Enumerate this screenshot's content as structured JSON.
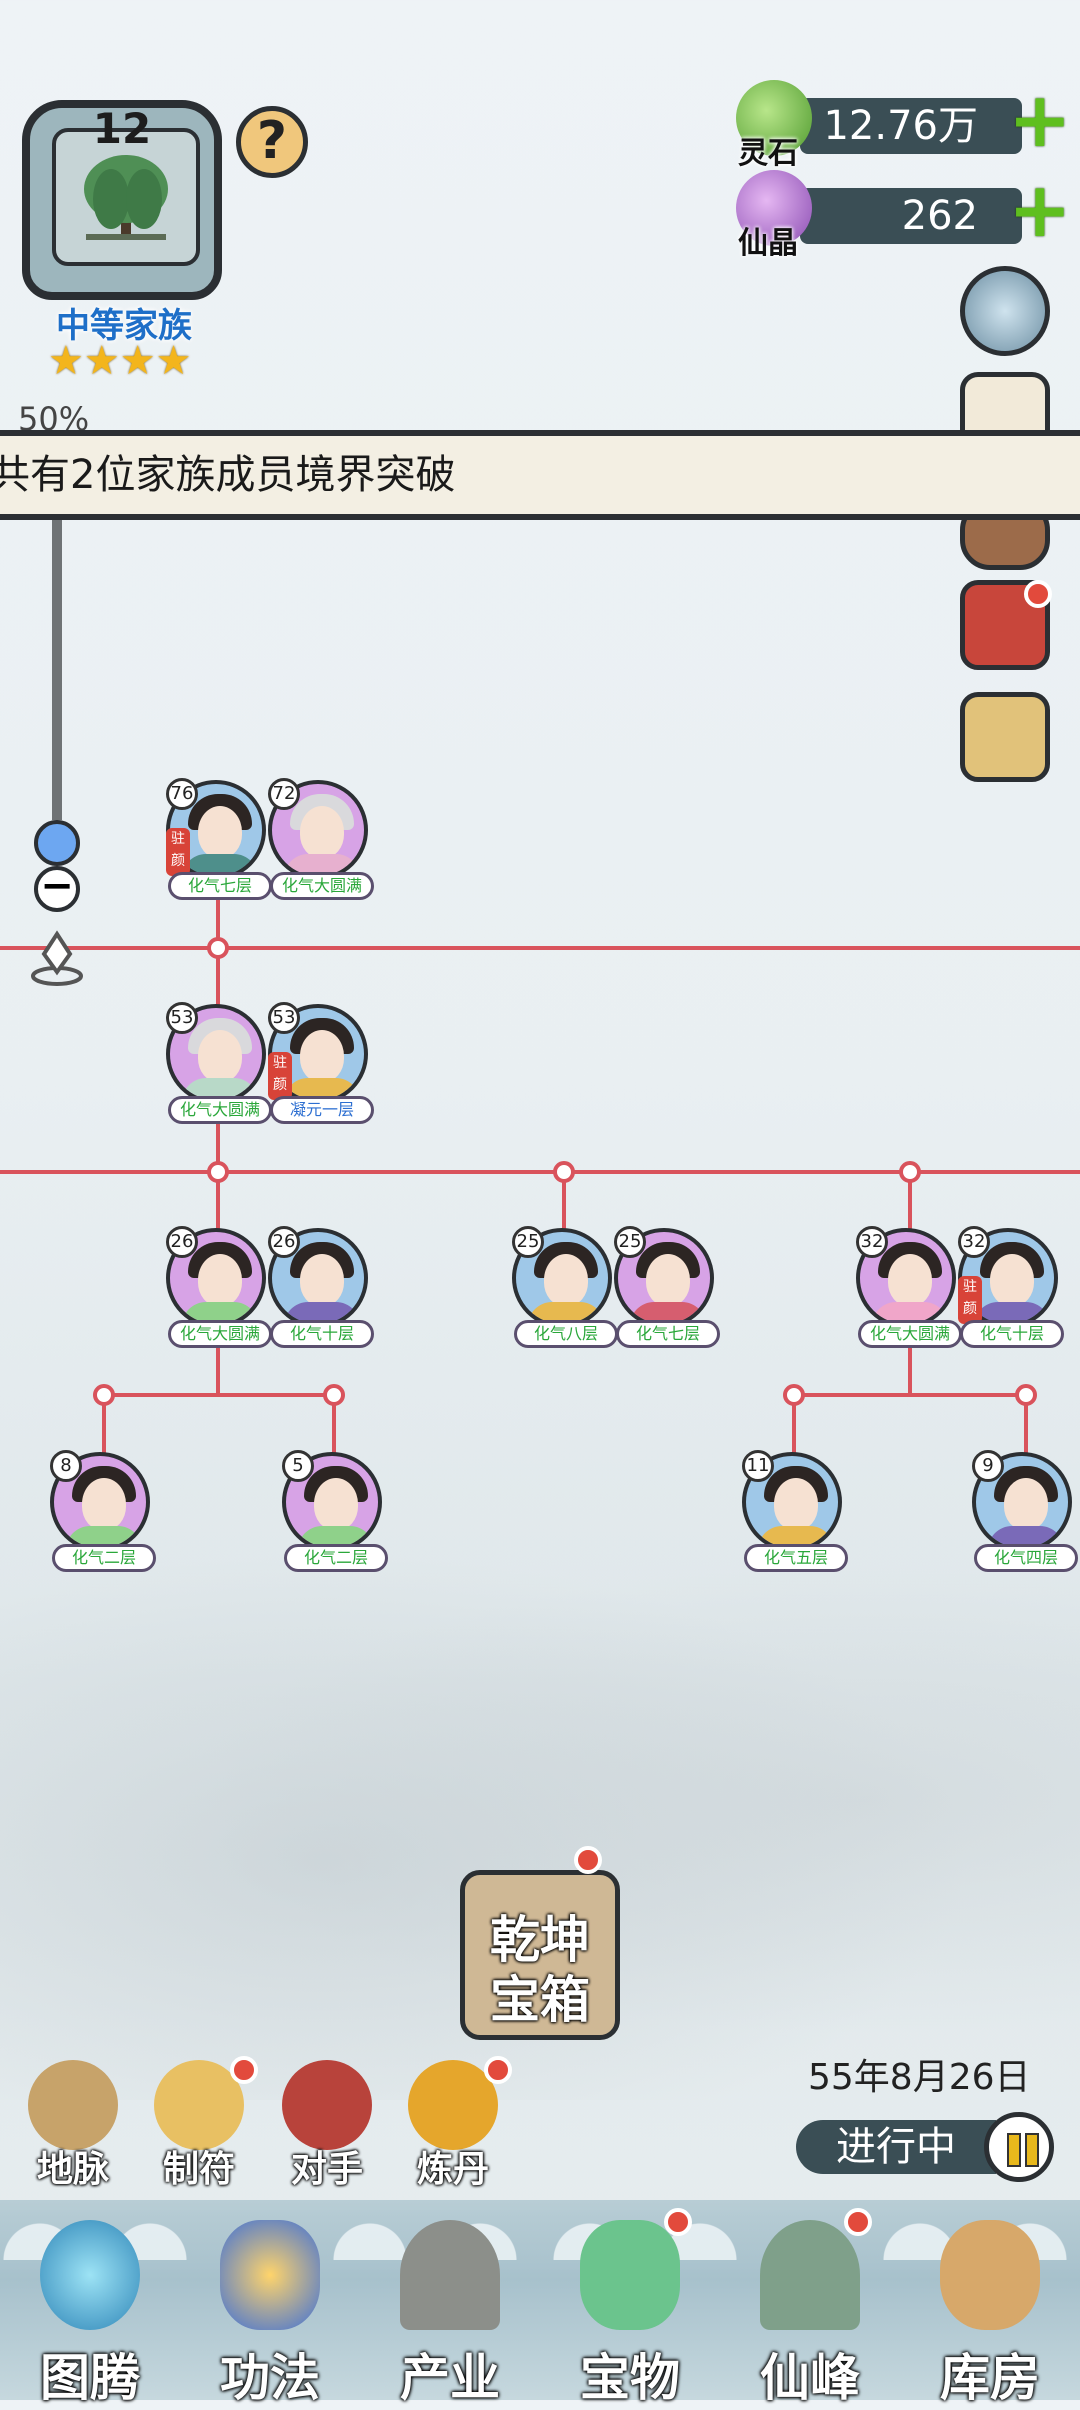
{
  "clan": {
    "level": "12",
    "name": "中等家族",
    "stars": "★★★★",
    "progress": "50%"
  },
  "resources": [
    {
      "label": "灵石",
      "value": "12.76万",
      "plus": "+"
    },
    {
      "label": "仙晶",
      "value": "262",
      "plus": "+"
    }
  ],
  "help": "?",
  "notice": "共有2位家族成员境界突破",
  "zoom": {
    "out": "−"
  },
  "members": [
    {
      "age": "76",
      "rank": "化气七层",
      "tag": "驻颜"
    },
    {
      "age": "72",
      "rank": "化气大圆满"
    },
    {
      "age": "53",
      "rank": "化气大圆满"
    },
    {
      "age": "53",
      "rank": "凝元一层",
      "tag": "驻颜"
    },
    {
      "age": "26",
      "rank": "化气大圆满"
    },
    {
      "age": "26",
      "rank": "化气十层"
    },
    {
      "age": "25",
      "rank": "化气八层"
    },
    {
      "age": "25",
      "rank": "化气七层"
    },
    {
      "age": "32",
      "rank": "化气大圆满"
    },
    {
      "age": "32",
      "rank": "化气十层",
      "tag": "驻颜"
    },
    {
      "age": "8",
      "rank": "化气二层"
    },
    {
      "age": "5",
      "rank": "化气二层"
    },
    {
      "age": "11",
      "rank": "化气五层"
    },
    {
      "age": "9",
      "rank": "化气四层"
    }
  ],
  "chest": {
    "line1": "乾坤",
    "line2": "宝箱"
  },
  "date": "55年8月26日",
  "status": "进行中",
  "functions": [
    "地脉",
    "制符",
    "对手",
    "炼丹"
  ],
  "nav": [
    "图腾",
    "功法",
    "产业",
    "宝物",
    "仙峰",
    "库房"
  ],
  "colors": {
    "tree_line": "#d9535c",
    "accent_green": "#5fbf1f",
    "rank_green": "#2aa73a",
    "dark_bar": "#3a4e55"
  }
}
